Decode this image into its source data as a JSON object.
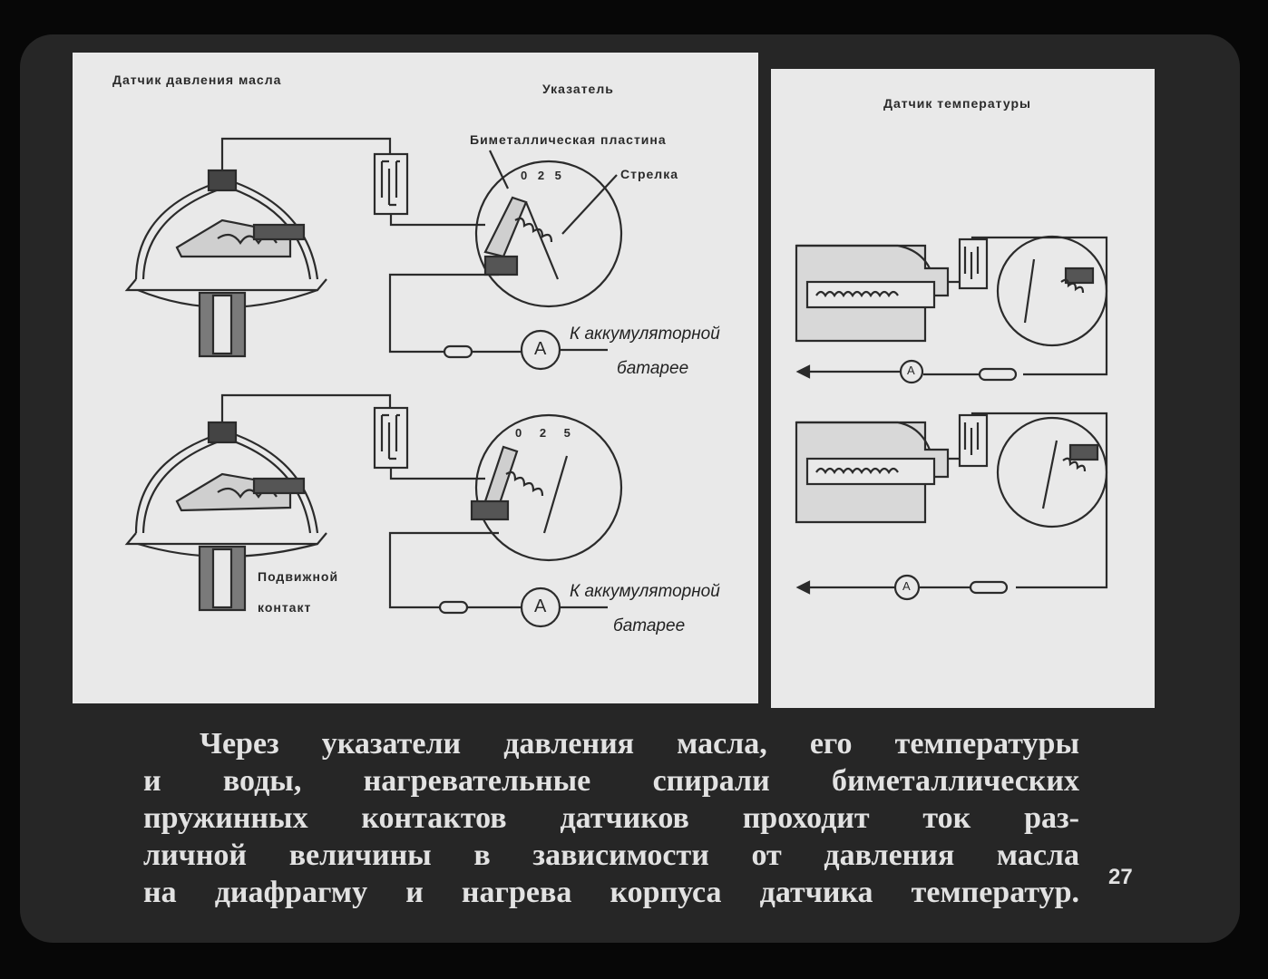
{
  "left_panel": {
    "title_sensor": "Датчик давления масла",
    "title_indicator": "Указатель",
    "bimetal_label": "Биметаллическая пластина",
    "needle_label": "Стрелка",
    "scale_top": "0 2 5",
    "scale_bottom": "0 2 5",
    "ammeter_symbol": "A",
    "battery_line1": "К аккумуляторной",
    "battery_line2": "батарее",
    "movable_line1": "Подвижной",
    "movable_line2": "контакт"
  },
  "right_panel": {
    "title": "Датчик температуры",
    "ammeter_symbol": "A"
  },
  "caption": {
    "line1": "Через указатели давления масла, его температуры",
    "line2": "и воды, нагревательные спирали биметаллических",
    "line3": "пружинных контактов датчиков проходит ток раз-",
    "line4": "личной величины в зависимости от давления масла",
    "line5": "на диафрагму и нагрева корпуса датчика температур."
  },
  "page_number": "27"
}
